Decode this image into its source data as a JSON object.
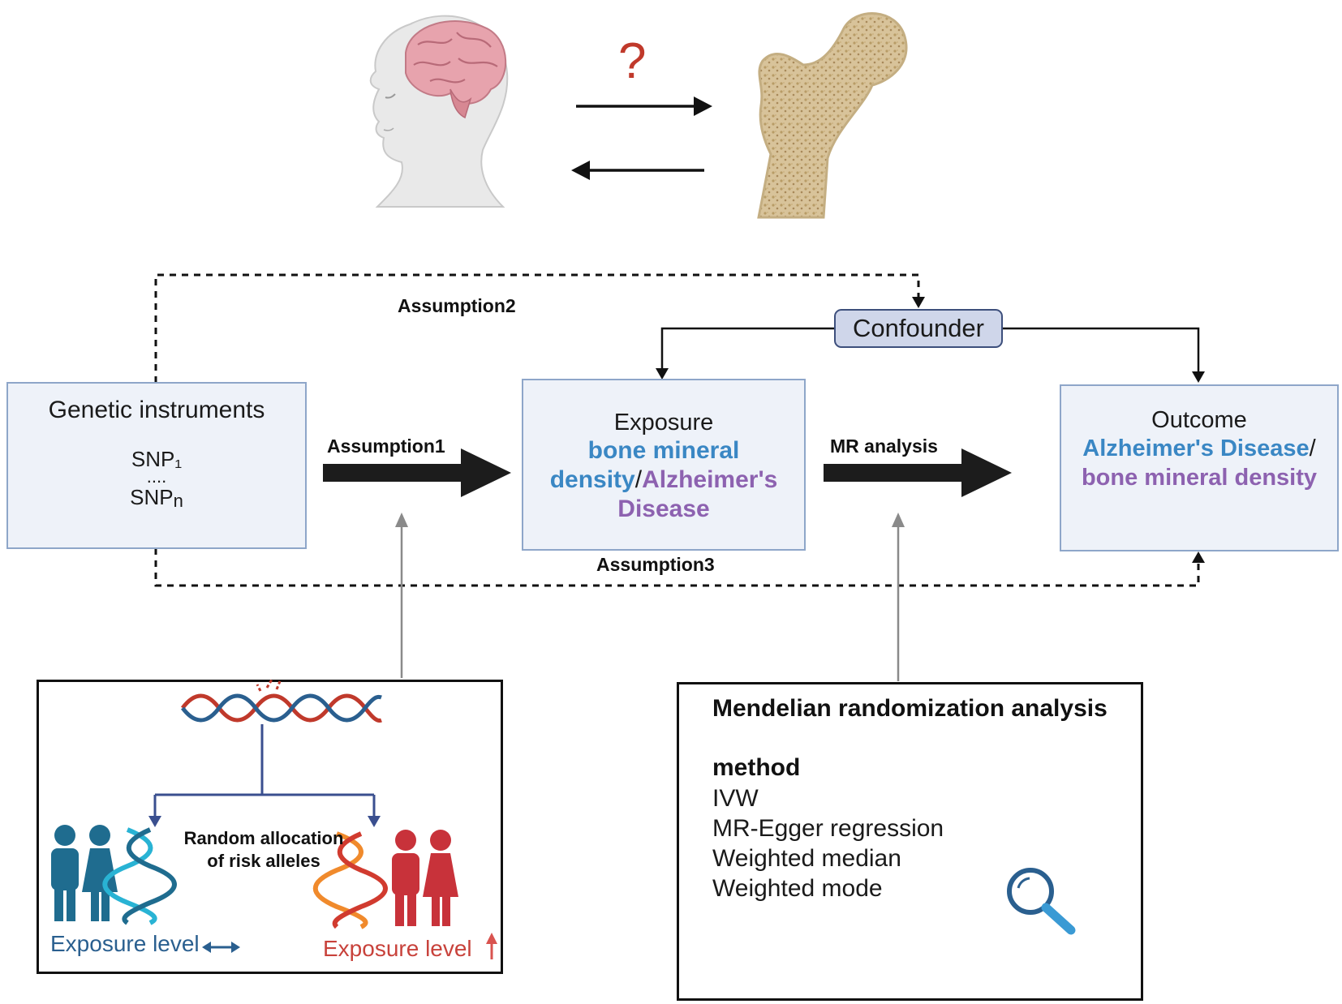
{
  "top": {
    "question_mark": "?"
  },
  "nodes": {
    "genetic": {
      "title": "Genetic instruments",
      "snp1": "SNP₁",
      "dots": "....",
      "snpn_base": "SNP",
      "snpn_sub": "n"
    },
    "exposure": {
      "title": "Exposure",
      "line1": "bone mineral",
      "line2a": "density",
      "line2_sep": "/",
      "line2b": "Alzheimer's",
      "line3": "Disease"
    },
    "outcome": {
      "title": "Outcome",
      "line1": "Alzheimer's Disease",
      "line1_sep": "/",
      "line2": "bone mineral density"
    },
    "confounder": "Confounder"
  },
  "labels": {
    "assumption1": "Assumption1",
    "assumption2": "Assumption2",
    "assumption3": "Assumption3",
    "mr_analysis": "MR analysis"
  },
  "left_panel": {
    "random_allocation_line1": "Random allocation",
    "random_allocation_line2": "of risk alleles",
    "exposure_left": "Exposure level",
    "exposure_right": "Exposure level"
  },
  "right_panel": {
    "title": "Mendelian randomization analysis",
    "method_heading": "method",
    "methods": [
      "IVW",
      "MR-Egger regression",
      "Weighted median",
      "Weighted mode"
    ]
  },
  "colors": {
    "blue_text": "#3a87c4",
    "purple_text": "#8d62b0",
    "box_fill": "#eef2f9",
    "box_border": "#8ea6c9",
    "confounder_fill": "#cfd6ea",
    "question_mark": "#c0392b",
    "exposure_left_color": "#2a5f8f",
    "exposure_right_color": "#c8423b"
  }
}
